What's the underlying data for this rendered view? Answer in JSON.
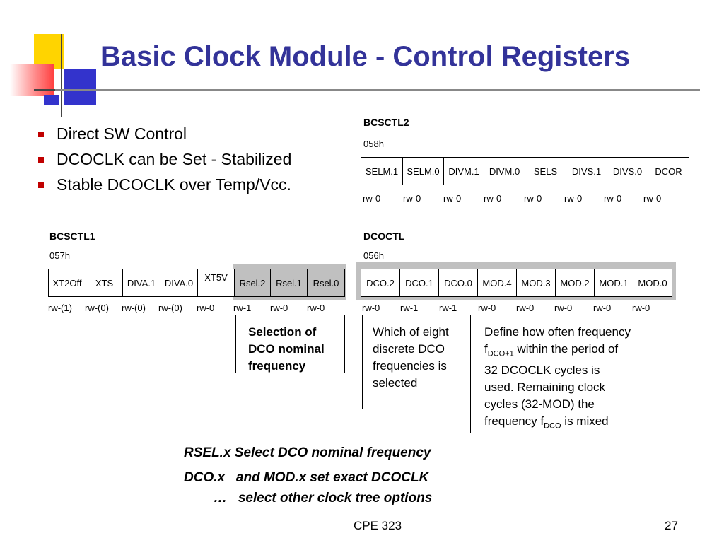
{
  "slide": {
    "title": "Basic Clock Module - Control Registers",
    "bullets": [
      "Direct SW Control",
      "DCOCLK can be Set - Stabilized",
      "Stable DCOCLK over Temp/Vcc."
    ]
  },
  "bcsctl2": {
    "name": "BCSCTL2",
    "address": "058h",
    "bits": [
      "SELM.1",
      "SELM.0",
      "DIVM.1",
      "DIVM.0",
      "SELS",
      "DIVS.1",
      "DIVS.0",
      "DCOR"
    ],
    "resets": [
      "rw-0",
      "rw-0",
      "rw-0",
      "rw-0",
      "rw-0",
      "rw-0",
      "rw-0",
      "rw-0"
    ]
  },
  "bcsctl1": {
    "name": "BCSCTL1",
    "address": "057h",
    "bits": [
      "XT2Off",
      "XTS",
      "DIVA.1",
      "DIVA.0",
      "XT5V",
      "Rsel.2",
      "Rsel.1",
      "Rsel.0"
    ],
    "resets": [
      "rw-(1)",
      "rw-(0)",
      "rw-(0)",
      "rw-(0)",
      "rw-0",
      "rw-1",
      "rw-0",
      "rw-0"
    ]
  },
  "dcoctl": {
    "name": "DCOCTL",
    "address": "056h",
    "bits": [
      "DCO.2",
      "DCO.1",
      "DCO.0",
      "MOD.4",
      "MOD.3",
      "MOD.2",
      "MOD.1",
      "MOD.0"
    ],
    "resets": [
      "rw-0",
      "rw-1",
      "rw-1",
      "rw-0",
      "rw-0",
      "rw-0",
      "rw-0",
      "rw-0"
    ]
  },
  "notes": {
    "rsel": [
      "Selection of",
      "DCO nominal",
      "frequency"
    ],
    "dco": [
      "Which of eight",
      "discrete DCO",
      "frequencies is",
      "selected"
    ],
    "mod": {
      "line1": "Define how often frequency",
      "line2_prefix": "f",
      "line2_sub": "DCO+1",
      "line2_suffix": " within the period of",
      "line3": "32 DCOCLK cycles is",
      "line4": "used.  Remaining clock",
      "line5": "cycles (32-MOD) the",
      "line6_prefix": "frequency f",
      "line6_sub": "DCO",
      "line6_suffix": " is mixed"
    }
  },
  "summary": {
    "line1": "RSEL.x  Select DCO nominal frequency",
    "line2": "DCO.x   and MOD.x set exact DCOCLK",
    "line3": "…   select other clock tree options"
  },
  "footer": {
    "course": "CPE 323",
    "page": "27"
  },
  "colors": {
    "title": "#333399",
    "bullet": "#c00000",
    "shade": "#c0c0c0"
  }
}
